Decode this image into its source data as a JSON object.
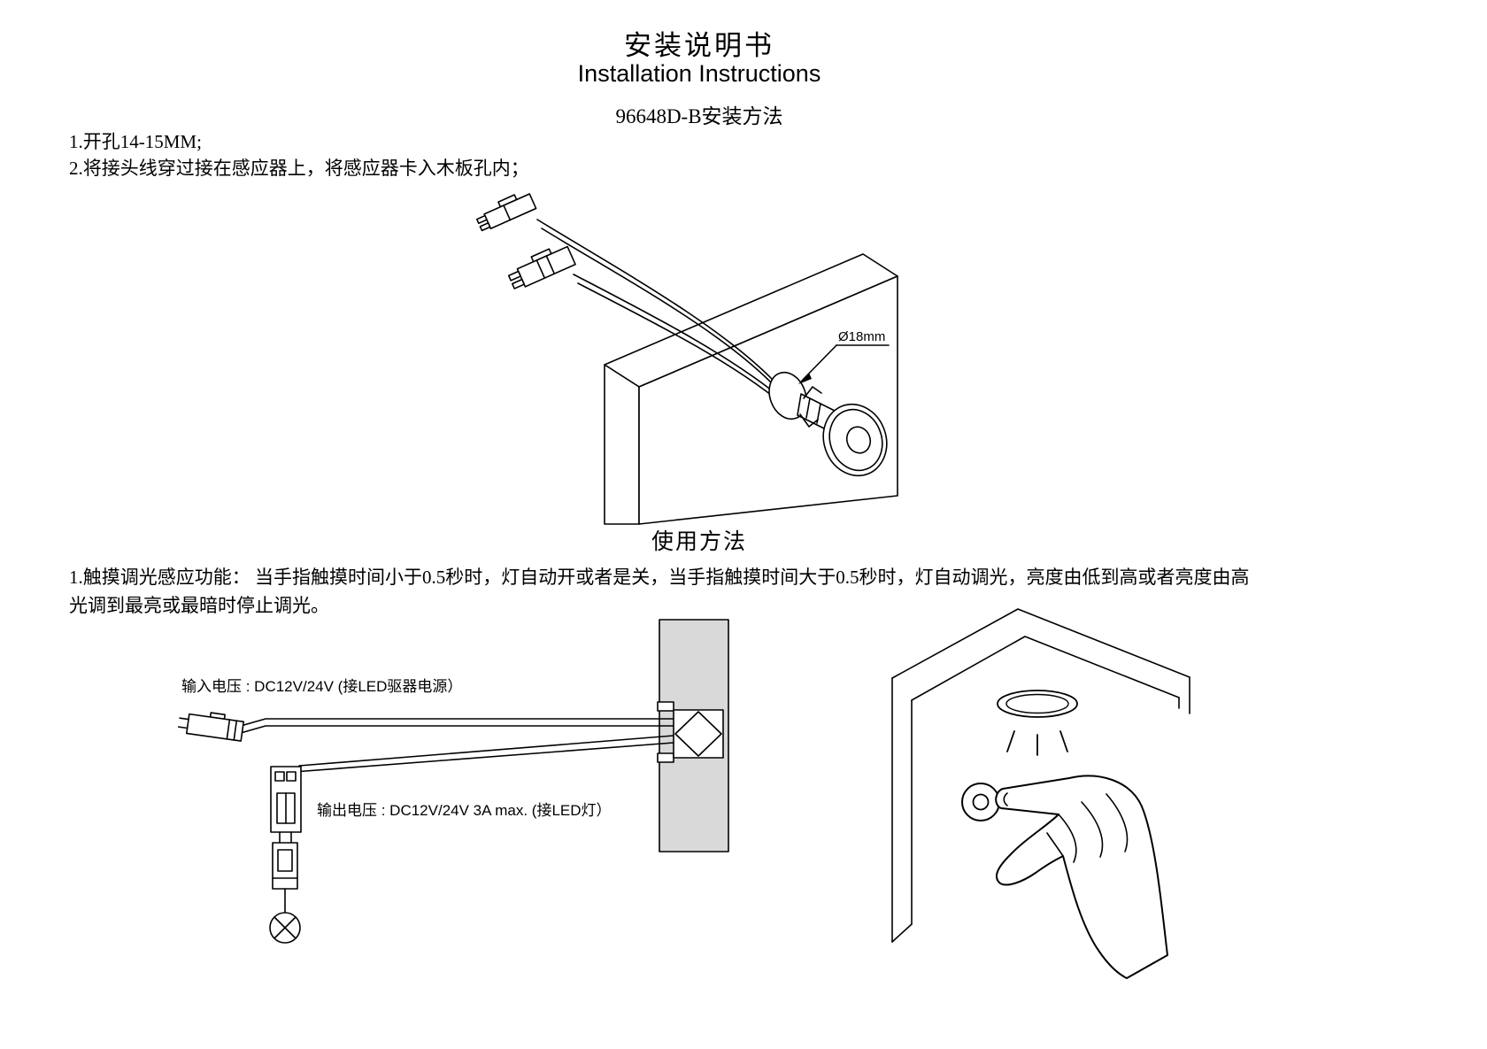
{
  "doc": {
    "title_cn": "安装说明书",
    "title_en": "Installation Instructions",
    "subtitle": "96648D-B安装方法",
    "steps": [
      "1.开孔14-15MM;",
      "2.将接头线穿过接在感应器上，将感应器卡入木板孔内；"
    ],
    "installation_diagram": {
      "hole_diameter_label": "Ø18mm"
    },
    "usage": {
      "heading": "使用方法",
      "line1": "1.触摸调光感应功能： 当手指触摸时间小于0.5秒时，灯自动开或者是关，当手指触摸时间大于0.5秒时，灯自动调光，亮度由低到高或者亮度由高",
      "line2": "光调到最亮或最暗时停止调光。"
    },
    "wiring_diagram": {
      "input_label": "输入电压 : DC12V/24V (接LED驱器电源）",
      "output_label": "输出电压 : DC12V/24V  3A max. (接LED灯）"
    },
    "colors": {
      "panel_gray": "#d9d9d9"
    }
  }
}
